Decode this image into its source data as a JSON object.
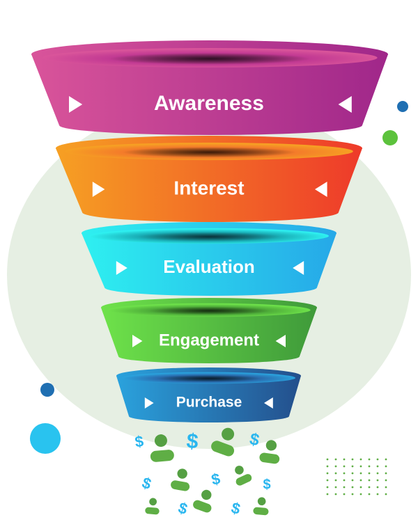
{
  "title": "Sales Funnel",
  "stages": [
    {
      "label": "Awareness",
      "colors": [
        "#d9549a",
        "#a0278a"
      ],
      "rim": "#c23a93"
    },
    {
      "label": "Interest",
      "colors": [
        "#f6a023",
        "#ee3a2a"
      ],
      "rim": "#f47b2a"
    },
    {
      "label": "Evaluation",
      "colors": [
        "#2ef0f0",
        "#26a8e8"
      ],
      "rim": "#1ab0b8"
    },
    {
      "label": "Engagement",
      "colors": [
        "#6ee24a",
        "#3f9a3a"
      ],
      "rim": "#4fae3a"
    },
    {
      "label": "Purchase",
      "colors": [
        "#2aa2dd",
        "#244f8c"
      ],
      "rim": "#2a6db0"
    }
  ],
  "icons": {
    "person": "person-icon",
    "dollar": "dollar-icon",
    "dollar_symbol": "$"
  },
  "colors": {
    "background_circle": "#e6efe3",
    "person": "#5fae45",
    "dollar": "#29b6ef",
    "dots": "#5fae45"
  }
}
